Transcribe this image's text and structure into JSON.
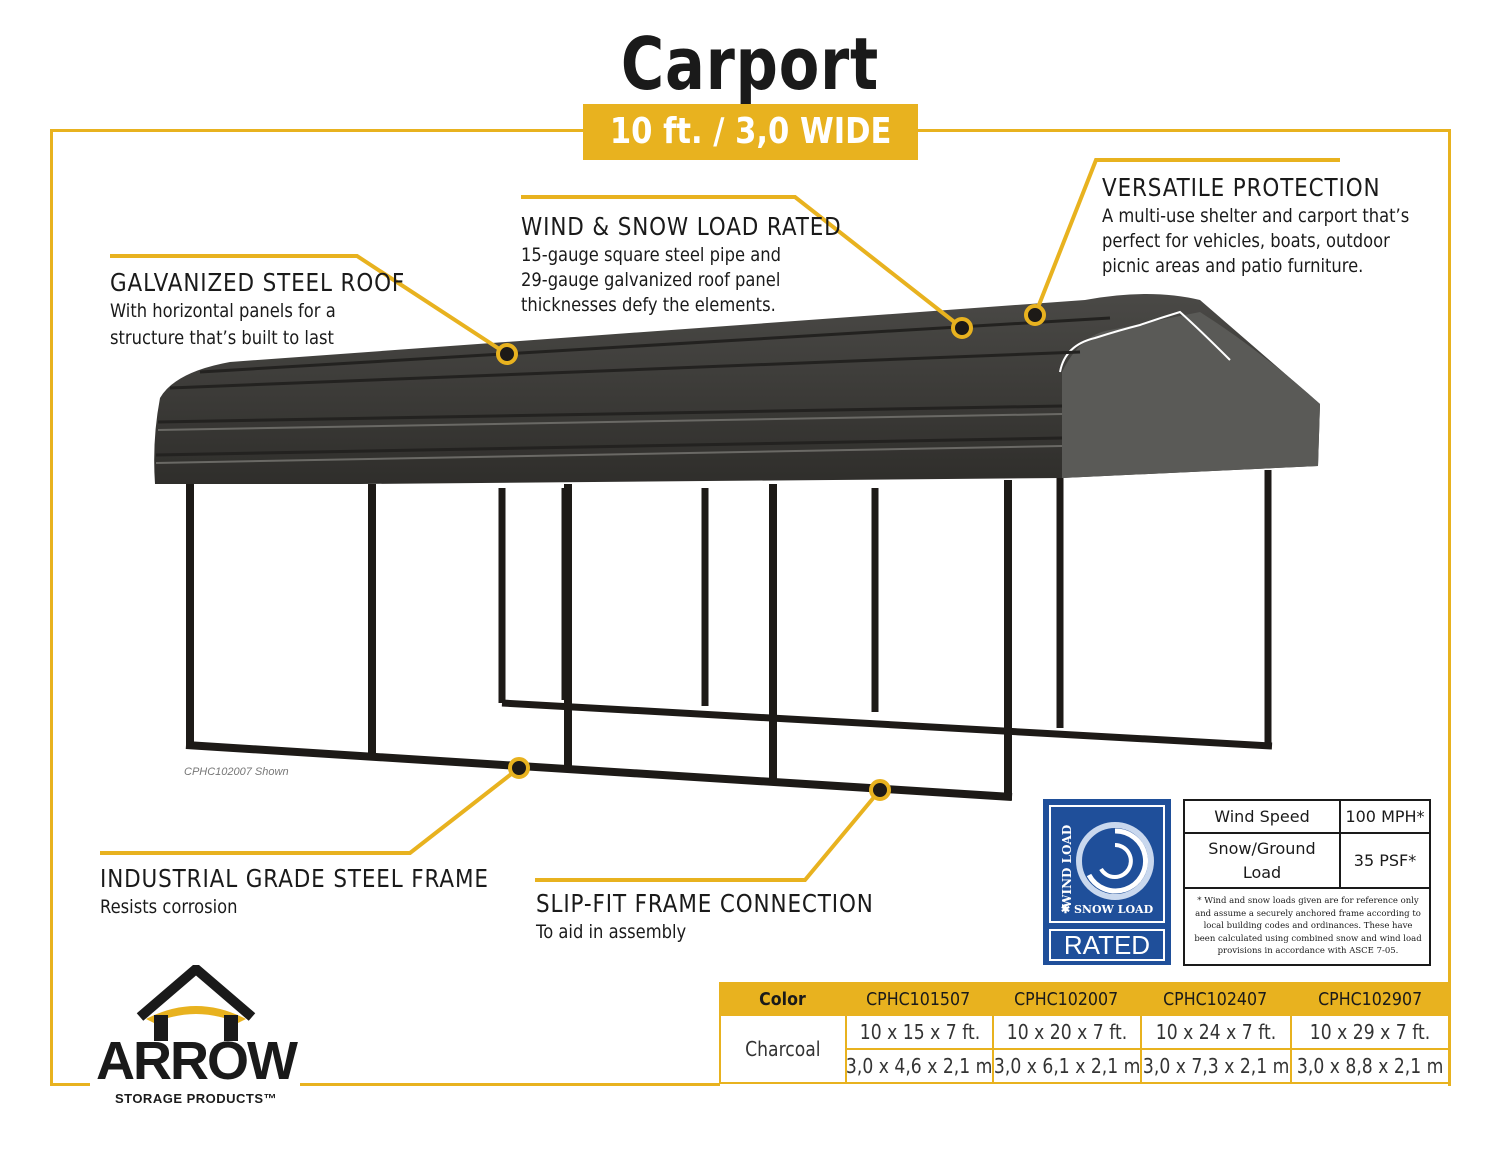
{
  "title": "Carport",
  "subtitle": "10 ft. / 3,0 WIDE",
  "colors": {
    "accent": "#e8b21f",
    "roof": "#3d3c39",
    "frame": "#1d1a17",
    "badge": "#1f4f9a"
  },
  "features": {
    "roof": {
      "title": "GALVANIZED STEEL ROOF",
      "lines": [
        "With horizontal panels for a",
        "structure that’s built to last"
      ]
    },
    "load": {
      "title": "WIND & SNOW LOAD RATED",
      "lines": [
        "15-gauge square steel pipe and",
        "29-gauge galvanized roof panel",
        "thicknesses defy the elements."
      ]
    },
    "versatile": {
      "title": "VERSATILE PROTECTION",
      "lines": [
        "A multi-use shelter and carport that’s",
        "perfect for vehicles, boats, outdoor",
        "picnic areas and patio furniture."
      ]
    },
    "frame": {
      "title": "INDUSTRIAL GRADE STEEL FRAME",
      "lines": [
        "Resists corrosion"
      ]
    },
    "slipfit": {
      "title": "SLIP-FIT FRAME CONNECTION",
      "lines": [
        "To aid in assembly"
      ]
    }
  },
  "image_caption": "CPHC102007 Shown",
  "badge": {
    "top": "WIND LOAD",
    "middle": "SNOW LOAD",
    "bottom": "RATED"
  },
  "load_table": {
    "wind_label": "Wind Speed",
    "wind_value": "100 MPH*",
    "snow_label": "Snow/Ground Load",
    "snow_value": "35 PSF*",
    "note": "* Wind and snow loads given are for reference only and assume a securely anchored frame according to local building codes and ordinances. These have been calculated using combined snow and wind load provisions in accordance with ASCE 7-05."
  },
  "spec_table": {
    "color_header": "Color",
    "color_value": "Charcoal",
    "models": [
      {
        "code": "CPHC101507",
        "imperial": "10 x 15 x 7 ft.",
        "metric": "3,0 x 4,6 x 2,1 m"
      },
      {
        "code": "CPHC102007",
        "imperial": "10 x 20 x 7 ft.",
        "metric": "3,0 x 6,1 x 2,1 m"
      },
      {
        "code": "CPHC102407",
        "imperial": "10 x 24 x 7 ft.",
        "metric": "3,0 x 7,3 x 2,1 m"
      },
      {
        "code": "CPHC102907",
        "imperial": "10 x 29 x 7 ft.",
        "metric": "3,0 x 8,8 x 2,1 m"
      }
    ]
  },
  "logo": {
    "name": "ARROW",
    "tagline": "STORAGE PRODUCTS™"
  }
}
